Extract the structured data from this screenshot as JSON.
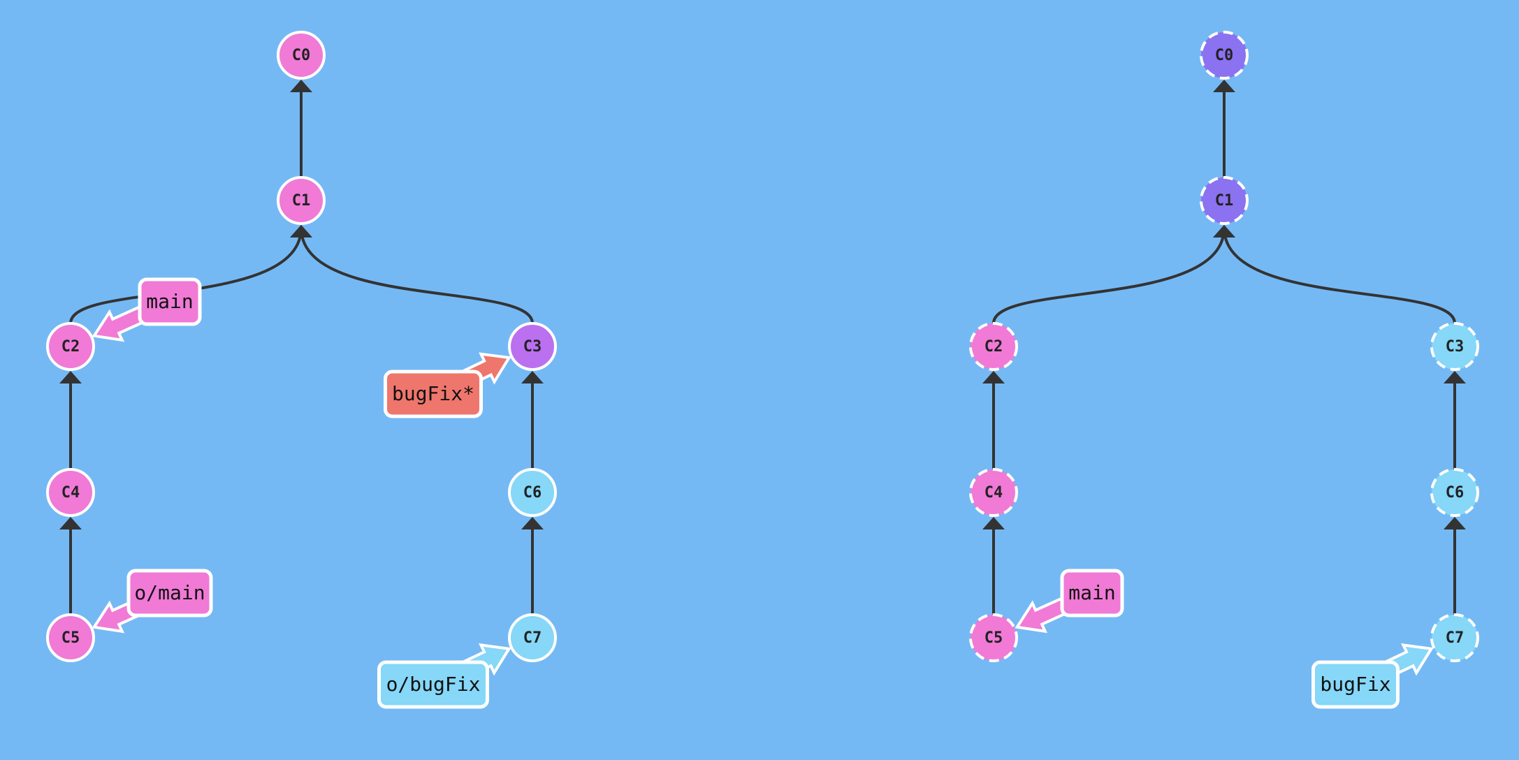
{
  "colors": {
    "background": "#75b9f4",
    "edge": "#333333",
    "commit_main": "#f07ad6",
    "commit_bugfix_head": "#bb70f0",
    "commit_bugfix": "#86d7f8",
    "commit_origin_root": "#8a72f0",
    "branch_main": "#f07ad6",
    "branch_bugfix_checked_out": "#ef766c",
    "branch_bugfix": "#86d7f8",
    "outline": "#ffffff"
  },
  "panels": [
    {
      "name": "local-repository",
      "commits": [
        {
          "id": "C0",
          "color": "commit_main",
          "dashed": false
        },
        {
          "id": "C1",
          "color": "commit_main",
          "dashed": false
        },
        {
          "id": "C2",
          "color": "commit_main",
          "dashed": false
        },
        {
          "id": "C3",
          "color": "commit_bugfix_head",
          "dashed": false
        },
        {
          "id": "C4",
          "color": "commit_main",
          "dashed": false
        },
        {
          "id": "C5",
          "color": "commit_main",
          "dashed": false
        },
        {
          "id": "C6",
          "color": "commit_bugfix",
          "dashed": false
        },
        {
          "id": "C7",
          "color": "commit_bugfix",
          "dashed": false
        }
      ],
      "edges": [
        {
          "from": "C1",
          "to": "C0"
        },
        {
          "from": "C2",
          "to": "C1"
        },
        {
          "from": "C3",
          "to": "C1"
        },
        {
          "from": "C4",
          "to": "C2"
        },
        {
          "from": "C5",
          "to": "C4"
        },
        {
          "from": "C6",
          "to": "C3"
        },
        {
          "from": "C7",
          "to": "C6"
        }
      ],
      "branches": [
        {
          "label": "main",
          "target": "C2",
          "color": "branch_main"
        },
        {
          "label": "bugFix*",
          "target": "C3",
          "color": "branch_bugfix_checked_out"
        },
        {
          "label": "o/main",
          "target": "C5",
          "color": "branch_main"
        },
        {
          "label": "o/bugFix",
          "target": "C7",
          "color": "branch_bugfix"
        }
      ]
    },
    {
      "name": "remote-repository",
      "commits": [
        {
          "id": "C0",
          "color": "commit_origin_root",
          "dashed": true
        },
        {
          "id": "C1",
          "color": "commit_origin_root",
          "dashed": true
        },
        {
          "id": "C2",
          "color": "commit_main",
          "dashed": true
        },
        {
          "id": "C3",
          "color": "commit_bugfix",
          "dashed": true
        },
        {
          "id": "C4",
          "color": "commit_main",
          "dashed": true
        },
        {
          "id": "C5",
          "color": "commit_main",
          "dashed": true
        },
        {
          "id": "C6",
          "color": "commit_bugfix",
          "dashed": true
        },
        {
          "id": "C7",
          "color": "commit_bugfix",
          "dashed": true
        }
      ],
      "edges": [
        {
          "from": "C1",
          "to": "C0"
        },
        {
          "from": "C2",
          "to": "C1"
        },
        {
          "from": "C3",
          "to": "C1"
        },
        {
          "from": "C4",
          "to": "C2"
        },
        {
          "from": "C5",
          "to": "C4"
        },
        {
          "from": "C6",
          "to": "C3"
        },
        {
          "from": "C7",
          "to": "C6"
        }
      ],
      "branches": [
        {
          "label": "main",
          "target": "C5",
          "color": "branch_main"
        },
        {
          "label": "bugFix",
          "target": "C7",
          "color": "branch_bugfix"
        }
      ]
    }
  ]
}
